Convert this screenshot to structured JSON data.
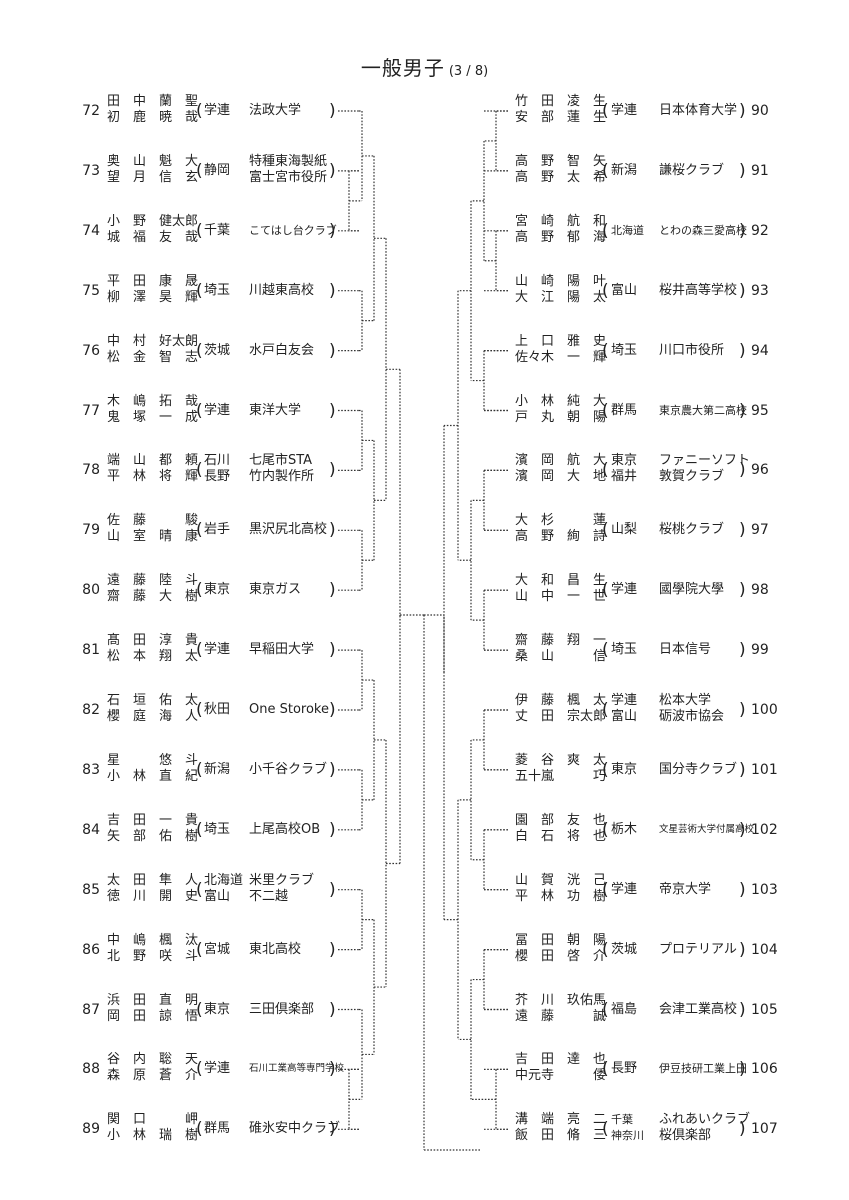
{
  "header": {
    "title": "一般男子",
    "page": "(3 / 8)"
  },
  "left": [
    {
      "no": "72",
      "players": [
        "田　中　蘭　聖",
        "初　鹿　暁　哉"
      ],
      "prefs": [
        "学連"
      ],
      "clubs": [
        "法政大学"
      ]
    },
    {
      "no": "73",
      "players": [
        "奥　山　魁　大",
        "望　月　信　玄"
      ],
      "prefs": [
        "静岡"
      ],
      "clubs": [
        "特種東海製紙",
        "富士宮市役所"
      ]
    },
    {
      "no": "74",
      "players": [
        "小　野　健太郎",
        "城　福　友　哉"
      ],
      "prefs": [
        "千葉"
      ],
      "clubs": [
        "こてはし台クラブ"
      ],
      "clubSize": "mid"
    },
    {
      "no": "75",
      "players": [
        "平　田　康　晟",
        "柳　澤　昊　輝"
      ],
      "prefs": [
        "埼玉"
      ],
      "clubs": [
        "川越東高校"
      ]
    },
    {
      "no": "76",
      "players": [
        "中　村　好太朗",
        "松　金　智　志"
      ],
      "prefs": [
        "茨城"
      ],
      "clubs": [
        "水戸白友会"
      ]
    },
    {
      "no": "77",
      "players": [
        "木　嶋　拓　哉",
        "鬼　塚　一　成"
      ],
      "prefs": [
        "学連"
      ],
      "clubs": [
        "東洋大学"
      ]
    },
    {
      "no": "78",
      "players": [
        "端　山　都　頼",
        "平　林　将　輝"
      ],
      "prefs": [
        "石川",
        "長野"
      ],
      "clubs": [
        "七尾市STA",
        "竹内製作所"
      ]
    },
    {
      "no": "79",
      "players": [
        "佐　藤　　　駿",
        "山　室　晴　康"
      ],
      "prefs": [
        "岩手"
      ],
      "clubs": [
        "黒沢尻北高校"
      ]
    },
    {
      "no": "80",
      "players": [
        "遠　藤　陸　斗",
        "齋　藤　大　樹"
      ],
      "prefs": [
        "東京"
      ],
      "clubs": [
        "東京ガス"
      ]
    },
    {
      "no": "81",
      "players": [
        "髙　田　淳　貴",
        "松　本　翔　太"
      ],
      "prefs": [
        "学連"
      ],
      "clubs": [
        "早稲田大学"
      ]
    },
    {
      "no": "82",
      "players": [
        "石　垣　佑　太",
        "櫻　庭　海　人"
      ],
      "prefs": [
        "秋田"
      ],
      "clubs": [
        "One Storoke"
      ]
    },
    {
      "no": "83",
      "players": [
        "星　　　悠　斗",
        "小　林　直　紀"
      ],
      "prefs": [
        "新潟"
      ],
      "clubs": [
        "小千谷クラブ"
      ]
    },
    {
      "no": "84",
      "players": [
        "吉　田　一　貴",
        "矢　部　佑　樹"
      ],
      "prefs": [
        "埼玉"
      ],
      "clubs": [
        "上尾高校OB"
      ]
    },
    {
      "no": "85",
      "players": [
        "太　田　隼　人",
        "徳　川　開　史"
      ],
      "prefs": [
        "北海道",
        "富山"
      ],
      "clubs": [
        "米里クラブ",
        "不二越"
      ]
    },
    {
      "no": "86",
      "players": [
        "中　嶋　楓　汰",
        "北　野　咲　斗"
      ],
      "prefs": [
        "宮城"
      ],
      "clubs": [
        "東北高校"
      ]
    },
    {
      "no": "87",
      "players": [
        "浜　田　直　明",
        "岡　田　諒　悟"
      ],
      "prefs": [
        "東京"
      ],
      "clubs": [
        "三田倶楽部"
      ]
    },
    {
      "no": "88",
      "players": [
        "谷　内　聡　天",
        "森　原　蒼　介"
      ],
      "prefs": [
        "学連"
      ],
      "clubs": [
        "石川工業高等専門学校"
      ],
      "clubSize": "small"
    },
    {
      "no": "89",
      "players": [
        "関　口　　　岬",
        "小　林　瑞　樹"
      ],
      "prefs": [
        "群馬"
      ],
      "clubs": [
        "碓氷安中クラブ"
      ]
    }
  ],
  "right": [
    {
      "no": "90",
      "players": [
        "竹　田　凌　生",
        "安　部　蓮　生"
      ],
      "prefs": [
        "学連"
      ],
      "clubs": [
        "日本体育大学"
      ]
    },
    {
      "no": "91",
      "players": [
        "高　野　智　矢",
        "高　野　太　希"
      ],
      "prefs": [
        "新潟"
      ],
      "clubs": [
        "謙桜クラブ"
      ]
    },
    {
      "no": "92",
      "players": [
        "宮　崎　航　和",
        "高　野　郁　海"
      ],
      "prefs": [
        "北海道"
      ],
      "clubs": [
        "とわの森三愛高校"
      ],
      "clubSize": "mid",
      "prefSize": "mid"
    },
    {
      "no": "93",
      "players": [
        "山　崎　陽　叶",
        "大　江　陽　太"
      ],
      "prefs": [
        "富山"
      ],
      "clubs": [
        "桜井高等学校"
      ]
    },
    {
      "no": "94",
      "players": [
        "上　口　雅　史",
        "佐々木　一　輝"
      ],
      "prefs": [
        "埼玉"
      ],
      "clubs": [
        "川口市役所"
      ]
    },
    {
      "no": "95",
      "players": [
        "小　林　純　大",
        "戸　丸　朝　陽"
      ],
      "prefs": [
        "群馬"
      ],
      "clubs": [
        "東京農大第二高校"
      ],
      "clubSize": "mid"
    },
    {
      "no": "96",
      "players": [
        "濱　岡　航　大",
        "濱　岡　大　地"
      ],
      "prefs": [
        "東京",
        "福井"
      ],
      "clubs": [
        "ファニーソフト",
        "敦賀クラブ"
      ]
    },
    {
      "no": "97",
      "players": [
        "大　杉　　　蓮",
        "高　野　絢　詩"
      ],
      "prefs": [
        "山梨"
      ],
      "clubs": [
        "桜桃クラブ"
      ]
    },
    {
      "no": "98",
      "players": [
        "大　和　昌　生",
        "山　中　一　世"
      ],
      "prefs": [
        "学連"
      ],
      "clubs": [
        "國學院大學"
      ]
    },
    {
      "no": "99",
      "players": [
        "齋　藤　翔　一",
        "桑　山　　　信"
      ],
      "prefs": [
        "埼玉"
      ],
      "clubs": [
        "日本信号"
      ]
    },
    {
      "no": "100",
      "players": [
        "伊　藤　楓　太",
        "丈　田　宗太郎"
      ],
      "prefs": [
        "学連",
        "富山"
      ],
      "clubs": [
        "松本大学",
        "砺波市協会"
      ]
    },
    {
      "no": "101",
      "players": [
        "菱　谷　爽　太",
        "五十嵐　　　巧"
      ],
      "prefs": [
        "東京"
      ],
      "clubs": [
        "国分寺クラブ"
      ]
    },
    {
      "no": "102",
      "players": [
        "園　部　友　也",
        "白　石　将　也"
      ],
      "prefs": [
        "栃木"
      ],
      "clubs": [
        "文星芸術大学付属高校"
      ],
      "clubSize": "small"
    },
    {
      "no": "103",
      "players": [
        "山　賀　洸　己",
        "平　林　功　樹"
      ],
      "prefs": [
        "学連"
      ],
      "clubs": [
        "帝京大学"
      ]
    },
    {
      "no": "104",
      "players": [
        "冨　田　朝　陽",
        "櫻　田　啓　介"
      ],
      "prefs": [
        "茨城"
      ],
      "clubs": [
        "プロテリアル"
      ]
    },
    {
      "no": "105",
      "players": [
        "芥　川　玖佑馬",
        "遠　藤　　　誠"
      ],
      "prefs": [
        "福島"
      ],
      "clubs": [
        "会津工業高校"
      ]
    },
    {
      "no": "106",
      "players": [
        "吉　田　達　也",
        "中元寺　　　倭"
      ],
      "prefs": [
        "長野"
      ],
      "clubs": [
        "伊豆技研工業上田"
      ],
      "clubSize": "mid"
    },
    {
      "no": "107",
      "players": [
        "溝　端　亮　二",
        "飯　田　脩　三"
      ],
      "prefs": [
        "千葉",
        "神奈川"
      ],
      "clubs": [
        "ふれあいクラブ",
        "桜倶楽部"
      ],
      "prefSize": "mid"
    }
  ]
}
